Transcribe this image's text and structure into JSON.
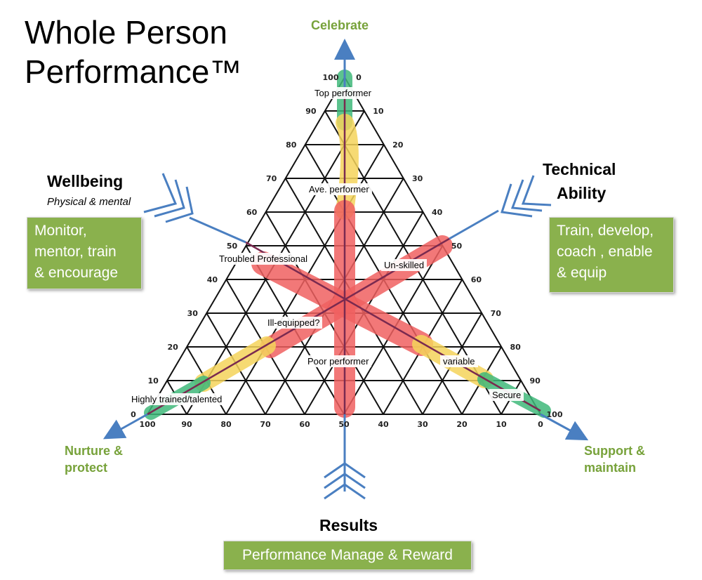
{
  "title_line1": "Whole Person",
  "title_line2": "Performance™",
  "axes": {
    "top": "Celebrate",
    "left": "Nurture &",
    "left2": "protect",
    "right": "Support &",
    "right2": "maintain"
  },
  "wellbeing": {
    "title": "Wellbeing",
    "subtitle": "Physical & mental",
    "box": [
      "Monitor,",
      "mentor, train",
      "& encourage"
    ]
  },
  "technical": {
    "title1": "Technical",
    "title2": "Ability",
    "box": [
      "Train, develop,",
      "coach , enable",
      "& equip"
    ]
  },
  "results": {
    "title": "Results",
    "box": "Performance Manage & Reward"
  },
  "zones": {
    "top_performer": "Top performer",
    "ave_performer": "Ave. performer",
    "troubled": "Troubled Professional",
    "unskilled": "Un-skilled",
    "ill_equipped": "Ill-equipped?",
    "poor": "Poor performer",
    "variable": "variable",
    "highly": "Highly trained/talented",
    "secure": "Secure"
  },
  "ticks": {
    "left": [
      "0",
      "10",
      "20",
      "30",
      "40",
      "50",
      "60",
      "70",
      "80",
      "90",
      "100"
    ],
    "right": [
      "0",
      "10",
      "20",
      "30",
      "40",
      "50",
      "60",
      "70",
      "80",
      "90",
      "100"
    ],
    "bottom": [
      "100",
      "90",
      "80",
      "70",
      "60",
      "50",
      "40",
      "30",
      "20",
      "10",
      "0"
    ]
  },
  "colors": {
    "green_text": "#77a23a",
    "box_green": "#8ab14d",
    "arrow_blue": "#4a7fc1",
    "zone_red": "#f06060",
    "zone_yellow": "#f5d35a",
    "zone_green": "#3fb97a"
  }
}
